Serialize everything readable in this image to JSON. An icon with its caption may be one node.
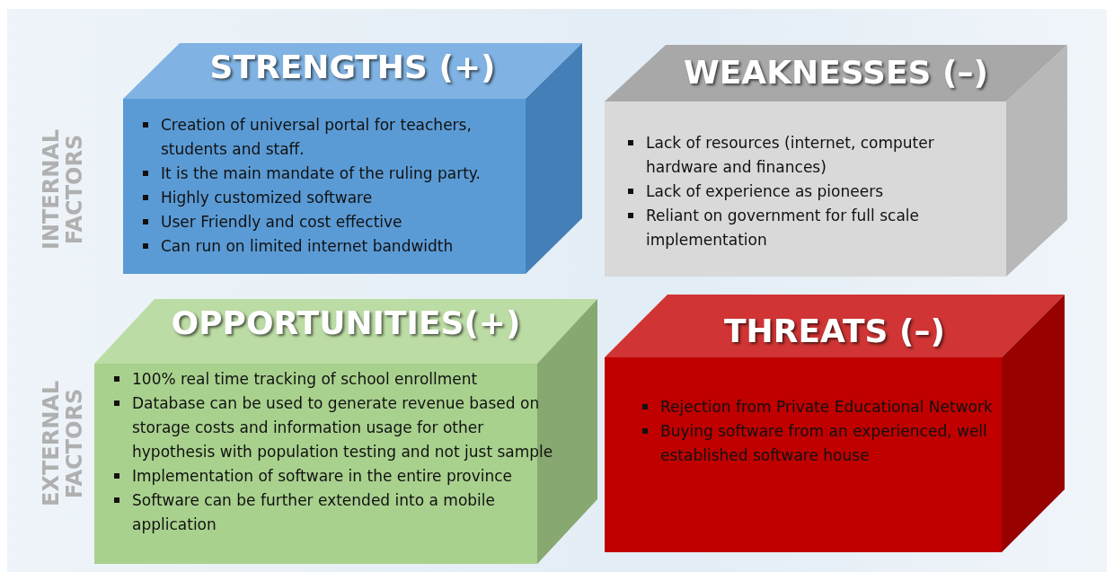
{
  "diagram": {
    "nodes": [
      {
        "text": [
          "STRENGTHS (+)",
          "Creation of universal portal for teachers, students and staff.",
          "It is the main mandate of the ruling party.",
          "Highly customized software",
          "User Friendly and cost effective",
          "Can run on limited internet bandwidth"
        ]
      },
      {
        "text": [
          "WEAKNESSES (–)",
          "Lack of resources (internet, computer hardware and finances)",
          "Lack of experience as pioneers",
          "Reliant on government for full scale implementation"
        ]
      },
      {
        "text": [
          "OPPORTUNITIES(+)",
          "100% real time tracking of school enrollment",
          "Database can be used to generate revenue based on storage costs and information usage for other hypothesis with population testing and not just sample",
          "Implementation of software in the entire province",
          "Software can be further extended into a mobile application"
        ]
      },
      {
        "text": [
          "THREATS (–)",
          "Rejection from Private Educational Network",
          "Buying software from an experienced, well established software house"
        ]
      }
    ],
    "labels": [
      "INTERNAL FACTORS",
      "EXTERNAL FACTORS"
    ]
  }
}
